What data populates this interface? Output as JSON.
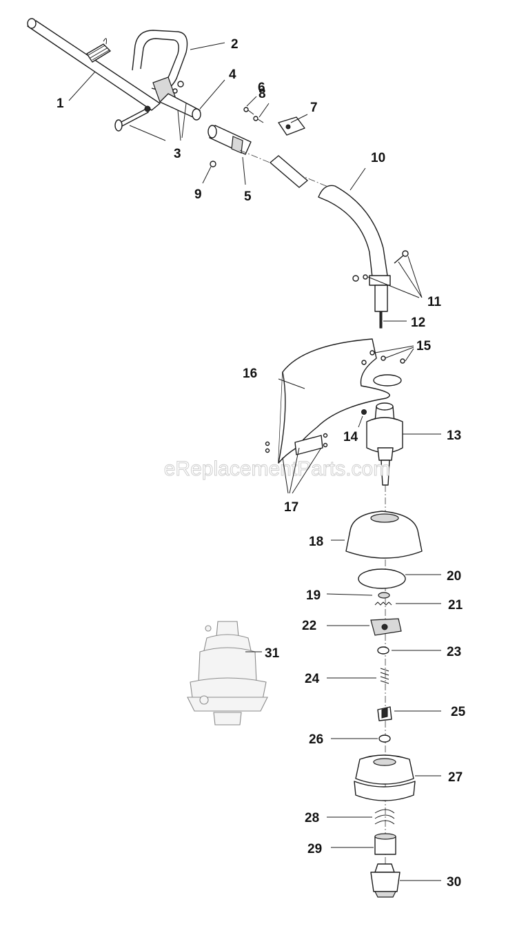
{
  "watermark": "eReplacementParts.com",
  "callouts": {
    "c1": "1",
    "c2": "2",
    "c3": "3",
    "c4": "4",
    "c5": "5",
    "c6": "6",
    "c7": "7",
    "c8": "8",
    "c9": "9",
    "c10": "10",
    "c11": "11",
    "c12": "12",
    "c13": "13",
    "c14": "14",
    "c15": "15",
    "c16": "16",
    "c17": "17",
    "c18": "18",
    "c19": "19",
    "c20": "20",
    "c21": "21",
    "c22": "22",
    "c23": "23",
    "c24": "24",
    "c25": "25",
    "c26": "26",
    "c27": "27",
    "c28": "28",
    "c29": "29",
    "c30": "30",
    "c31": "31"
  }
}
